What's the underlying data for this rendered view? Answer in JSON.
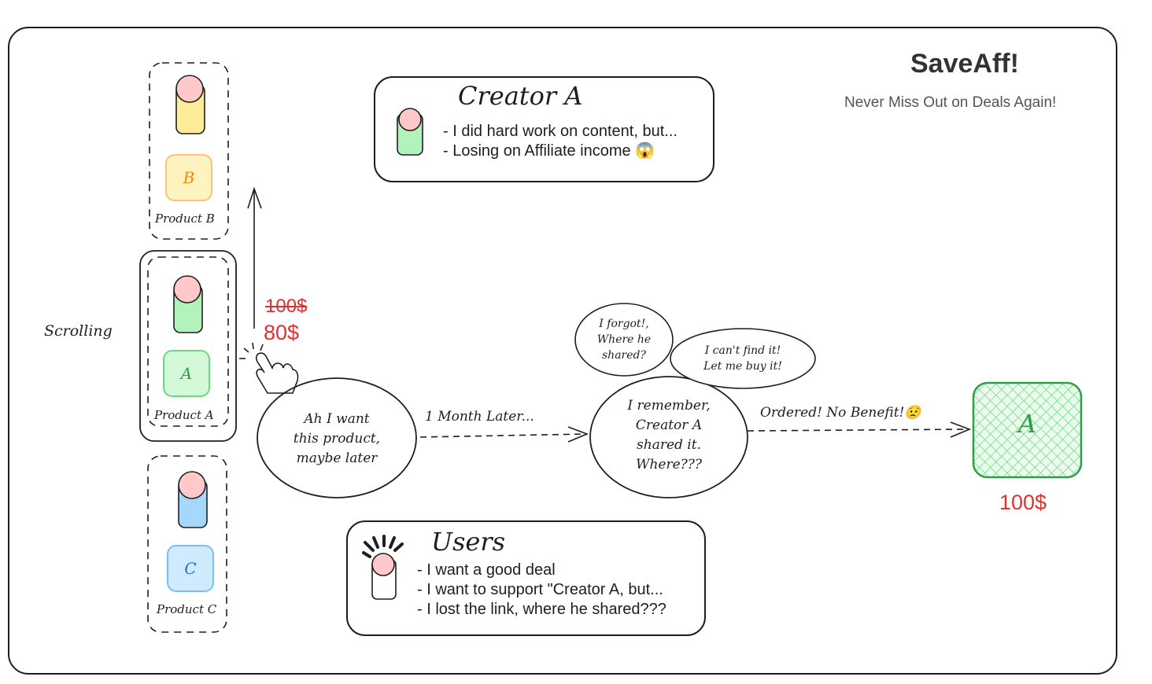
{
  "header": {
    "title": "SaveAff!",
    "subtitle": "Never Miss Out on Deals Again!"
  },
  "creator_card": {
    "title": "Creator A",
    "lines": [
      "- I did hard work on content, but...",
      "- Losing on Affiliate income 😱"
    ]
  },
  "users_card": {
    "title": "Users",
    "lines": [
      "- I want a good deal",
      "- I want to support \"Creator A, but...",
      "- I lost the link, where he shared???"
    ]
  },
  "scroll_label": "Scrolling",
  "products": [
    {
      "tile": "B",
      "label": "Product B",
      "color": "#f08c00",
      "fill": "#ffec99"
    },
    {
      "tile": "A",
      "label": "Product A",
      "color": "#2f9e44",
      "fill": "#b2f2bb"
    },
    {
      "tile": "C",
      "label": "Product C",
      "color": "#1971c2",
      "fill": "#a5d8ff"
    }
  ],
  "prices": {
    "old": "100$",
    "new": "80$",
    "final": "100$"
  },
  "bubbles": {
    "want": "Ah I want\nthis product,\nmaybe later",
    "remember": "I remember,\nCreator A\nshared it.\nWhere???",
    "forgot": "I forgot!,\nWhere he\nshared?",
    "cant_find": "I can't find it!\nLet me buy it!"
  },
  "arrows": {
    "later": "1 Month Later...",
    "ordered": "Ordered! No Benefit!😟"
  },
  "final_product": {
    "tile": "A",
    "color": "#2f9e44"
  }
}
